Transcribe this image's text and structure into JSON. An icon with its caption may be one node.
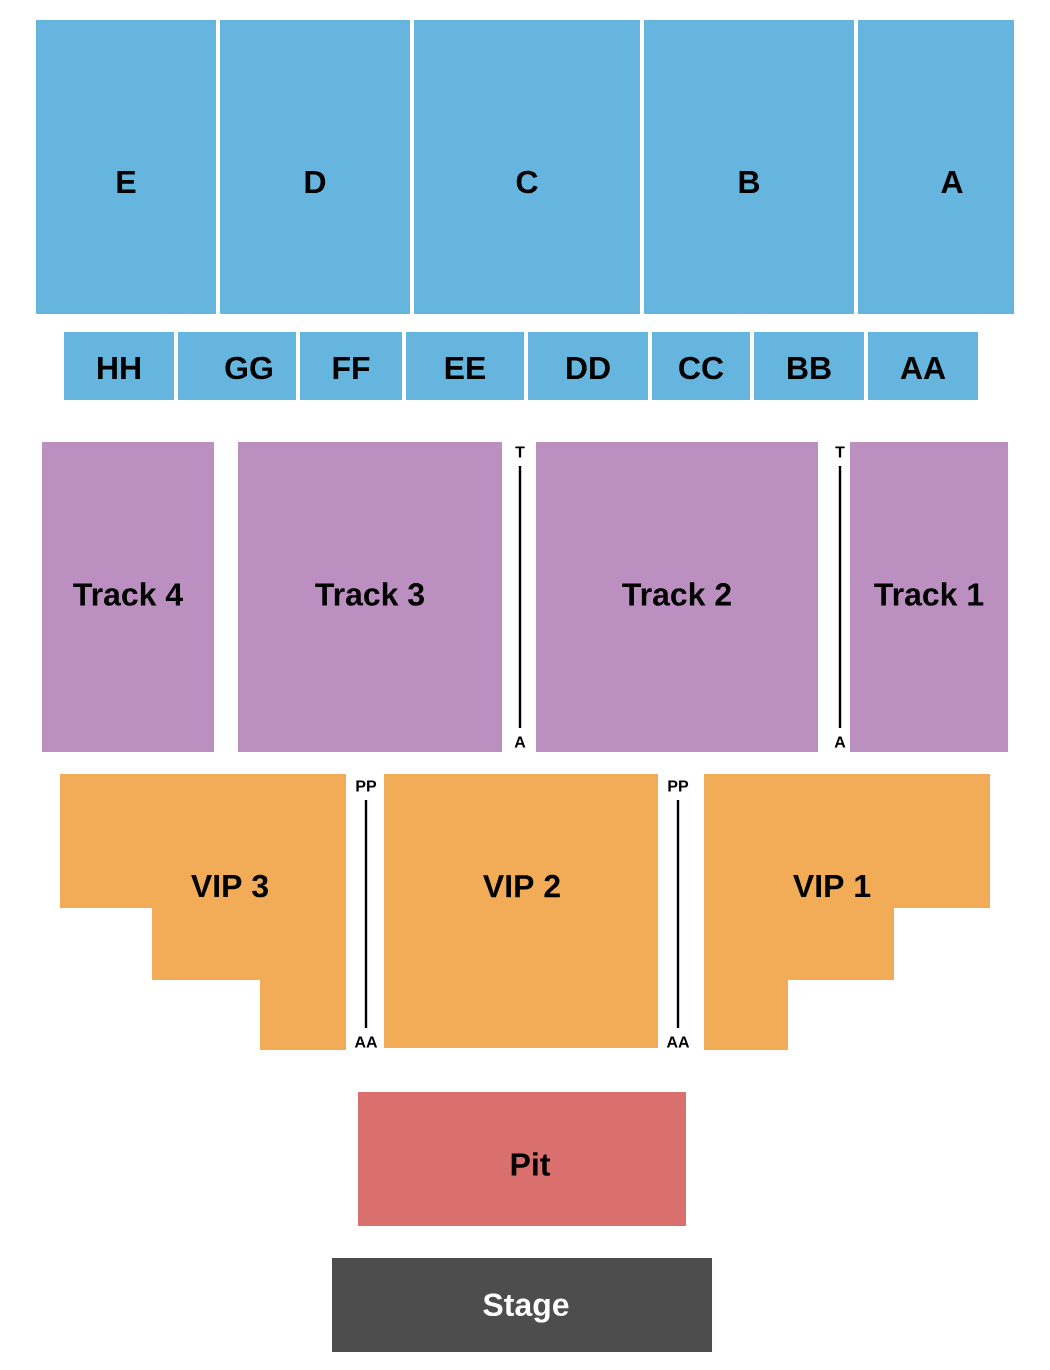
{
  "diagram": {
    "nodes": [
      {
        "text": [
          "E"
        ]
      },
      {
        "text": [
          "D"
        ]
      },
      {
        "text": [
          "C"
        ]
      },
      {
        "text": [
          "B"
        ]
      },
      {
        "text": [
          "A"
        ]
      },
      {
        "text": [
          "HH"
        ]
      },
      {
        "text": [
          "GG"
        ]
      },
      {
        "text": [
          "FF"
        ]
      },
      {
        "text": [
          "EE"
        ]
      },
      {
        "text": [
          "DD"
        ]
      },
      {
        "text": [
          "CC"
        ]
      },
      {
        "text": [
          "BB"
        ]
      },
      {
        "text": [
          "AA"
        ]
      },
      {
        "text": [
          "Track 4"
        ]
      },
      {
        "text": [
          "Track 3"
        ]
      },
      {
        "text": [
          "Track 2"
        ]
      },
      {
        "text": [
          "Track 1"
        ]
      },
      {
        "text": [
          "VIP 3"
        ]
      },
      {
        "text": [
          "VIP 2"
        ]
      },
      {
        "text": [
          "VIP 1"
        ]
      },
      {
        "text": [
          "Pit"
        ]
      },
      {
        "text": [
          "Stage"
        ]
      }
    ],
    "labels": [
      "T",
      "T",
      "A",
      "A",
      "PP",
      "PP",
      "AA",
      "AA"
    ]
  }
}
